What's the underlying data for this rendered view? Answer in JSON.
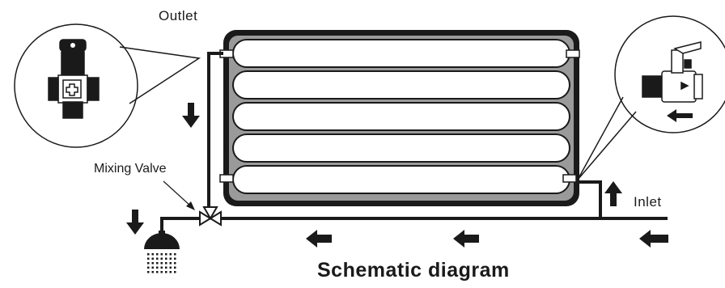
{
  "labels": {
    "outlet": "Outlet",
    "mixing_valve": "Mixing Valve",
    "inlet": "Inlet",
    "title": "Schematic diagram"
  },
  "collector": {
    "tube_count": 5
  },
  "colors": {
    "line": "#1a1a1a",
    "frame_fill": "#9a9a9a",
    "tube_fill": "#ffffff"
  },
  "icons": {
    "flow_arrow": "arrow-icon",
    "shower": "shower-head-icon",
    "valve": "mixing-valve-icon",
    "outlet_fitting": "outlet-valve-icon",
    "inlet_fitting": "check-valve-icon"
  }
}
